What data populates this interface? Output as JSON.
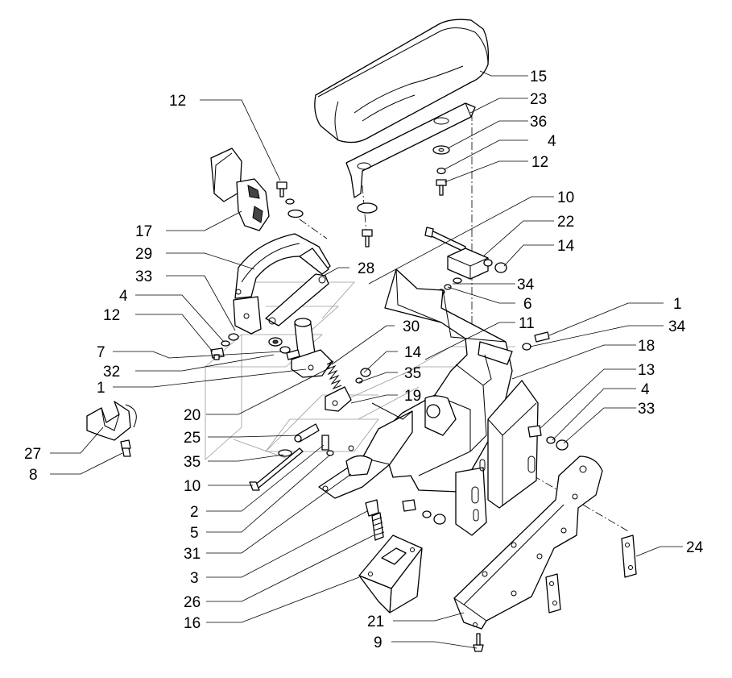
{
  "callouts": {
    "c1a": "1",
    "c1b": "1",
    "c2": "2",
    "c3": "3",
    "c4a": "4",
    "c4b": "4",
    "c4c": "4",
    "c5": "5",
    "c6": "6",
    "c7": "7",
    "c8": "8",
    "c9": "9",
    "c10a": "10",
    "c10b": "10",
    "c11": "11",
    "c12a": "12",
    "c12b": "12",
    "c12c": "12",
    "c13": "13",
    "c14a": "14",
    "c14b": "14",
    "c15": "15",
    "c16": "16",
    "c17": "17",
    "c18": "18",
    "c19": "19",
    "c20": "20",
    "c21": "21",
    "c22": "22",
    "c23": "23",
    "c24": "24",
    "c25": "25",
    "c26": "26",
    "c27": "27",
    "c28": "28",
    "c29": "29",
    "c30": "30",
    "c31": "31",
    "c32": "32",
    "c33a": "33",
    "c33b": "33",
    "c34a": "34",
    "c34b": "34",
    "c35a": "35",
    "c35b": "35",
    "c36": "36"
  }
}
